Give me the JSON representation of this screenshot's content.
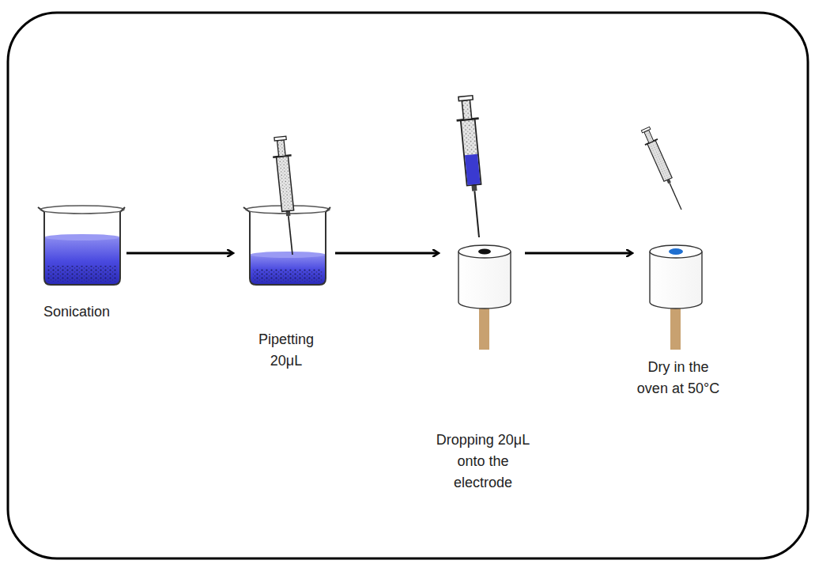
{
  "diagram": {
    "labels": [
      "Sonication",
      "Pipetting 20μL",
      "Dropping 20μL onto the electrode",
      "Dry in the oven at 50°C"
    ]
  }
}
